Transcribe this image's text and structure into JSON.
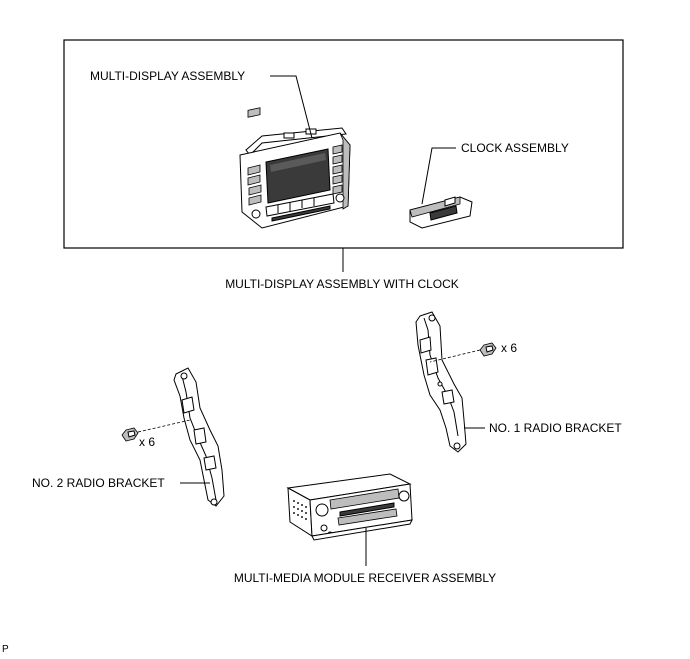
{
  "labels": {
    "multi_display_assembly": "MULTI-DISPLAY ASSEMBLY",
    "clock_assembly": "CLOCK ASSEMBLY",
    "multi_display_with_clock": "MULTI-DISPLAY ASSEMBLY WITH CLOCK",
    "no1_radio_bracket": "NO. 1 RADIO BRACKET",
    "no2_radio_bracket": "NO. 2 RADIO BRACKET",
    "screw_count_right": "x 6",
    "screw_count_left": "x 6",
    "receiver_assembly": "MULTI-MEDIA MODULE RECEIVER ASSEMBLY",
    "corner_mark": "P"
  }
}
